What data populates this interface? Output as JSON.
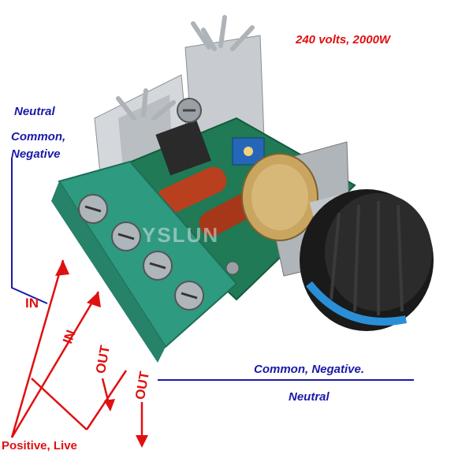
{
  "product": {
    "rating": "240 volts, 2000W",
    "watermark": "YSLUN"
  },
  "labels": {
    "neutral_left": "Neutral",
    "common_left_line1": "Common,",
    "common_left_line2": "Negative",
    "in_1": "IN",
    "in_2": "IN",
    "out_1": "OUT",
    "out_2": "OUT",
    "common_right": "Common, Negative.",
    "neutral_right": "Neutral",
    "positive_live": "Positive, Live"
  },
  "colors": {
    "annotation_blue": "#1a1aa8",
    "annotation_red": "#e01010",
    "terminal_green": "#2e9a7f",
    "board_green": "#1f7a55",
    "capacitor_red": "#b8401f",
    "knob_black": "#1a1a1a",
    "knob_ring_blue": "#2a8fd6",
    "heatsink_silver": "#c8ccd0"
  }
}
